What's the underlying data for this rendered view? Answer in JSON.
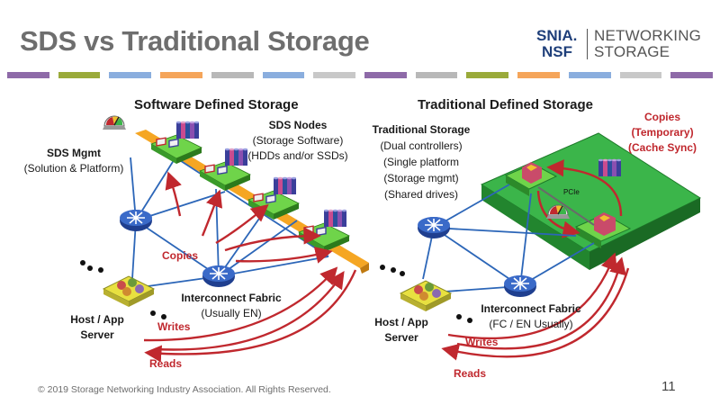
{
  "title": "SDS vs Traditional Storage",
  "logo": {
    "org": "SNIA.",
    "forum": "NSF",
    "line1": "NETWORKING",
    "line2": "STORAGE"
  },
  "color_bar": [
    "#8e6aa8",
    "#9aaa3a",
    "#8aaede",
    "#f5a55a",
    "#b8b8b8",
    "#8aaede",
    "#c8c8c8",
    "#8e6aa8",
    "#b8b8b8",
    "#9aaa3a",
    "#f5a55a",
    "#8aaede",
    "#c8c8c8",
    "#8e6aa8"
  ],
  "sds": {
    "heading": "Software Defined Storage",
    "nodes_title": "SDS Nodes",
    "nodes_sub1": "(Storage Software)",
    "nodes_sub2": "(HDDs and/or SSDs)",
    "mgmt_title": "SDS Mgmt",
    "mgmt_sub": "(Solution & Platform)",
    "copies": "Copies",
    "fabric_title": "Interconnect Fabric",
    "fabric_sub": "(Usually EN)",
    "host_line1": "Host / App",
    "host_line2": "Server",
    "writes": "Writes",
    "reads": "Reads"
  },
  "trad": {
    "heading": "Traditional Defined Storage",
    "storage_title": "Traditional Storage",
    "storage_l1": "(Dual controllers)",
    "storage_l2": "(Single platform",
    "storage_l3": "(Storage mgmt)",
    "storage_l4": "(Shared drives)",
    "copies_l1": "Copies",
    "copies_l2": "(Temporary)",
    "copies_l3": "(Cache Sync)",
    "pcie": "PCIe",
    "fabric_title": "Interconnect Fabric",
    "fabric_sub": "(FC / EN Usually)",
    "host_line1": "Host / App",
    "host_line2": "Server",
    "writes": "Writes",
    "reads": "Reads"
  },
  "footer": "© 2019 Storage Networking Industry Association. All Rights Reserved.",
  "page_number": "11",
  "colors": {
    "title_gray": "#6e6e6e",
    "accent_red": "#c0282e",
    "board_green": "#3bb54a",
    "link_blue": "#2c66b8",
    "bar_orange": "#f5a623"
  }
}
